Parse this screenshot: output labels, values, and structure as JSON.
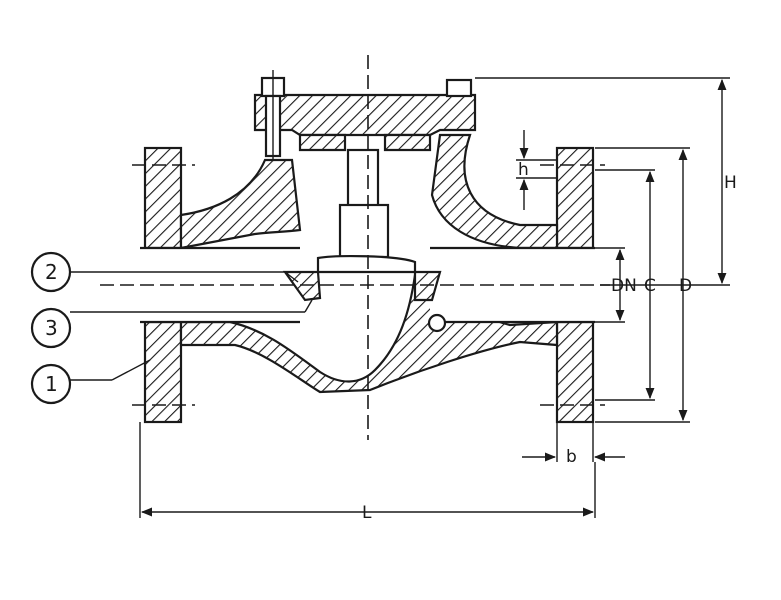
{
  "callouts": [
    {
      "id": "1",
      "label": "1"
    },
    {
      "id": "2",
      "label": "2"
    },
    {
      "id": "3",
      "label": "3"
    }
  ],
  "dimensions": {
    "H": "H",
    "h": "h",
    "DN": "DN",
    "C": "C",
    "D": "D",
    "b": "b",
    "L": "L"
  }
}
